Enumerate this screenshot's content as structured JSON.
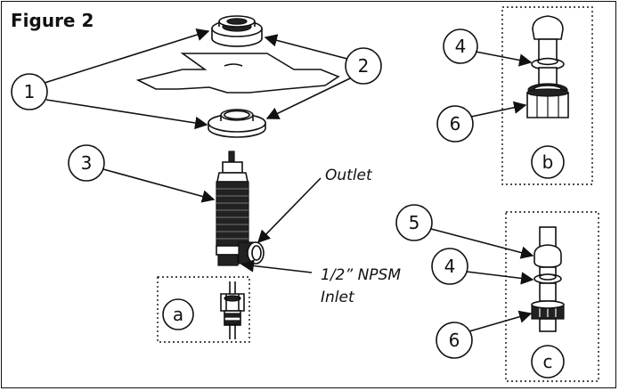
{
  "figure": {
    "title": "Figure 2",
    "callouts": [
      "1",
      "2",
      "3",
      "4",
      "5",
      "6",
      "a",
      "b",
      "c"
    ],
    "labels": {
      "outlet": "Outlet",
      "inlet_line1": "1/2” NPSM",
      "inlet_line2": "Inlet"
    },
    "line_color": "#111111",
    "background_color": "#ffffff"
  }
}
